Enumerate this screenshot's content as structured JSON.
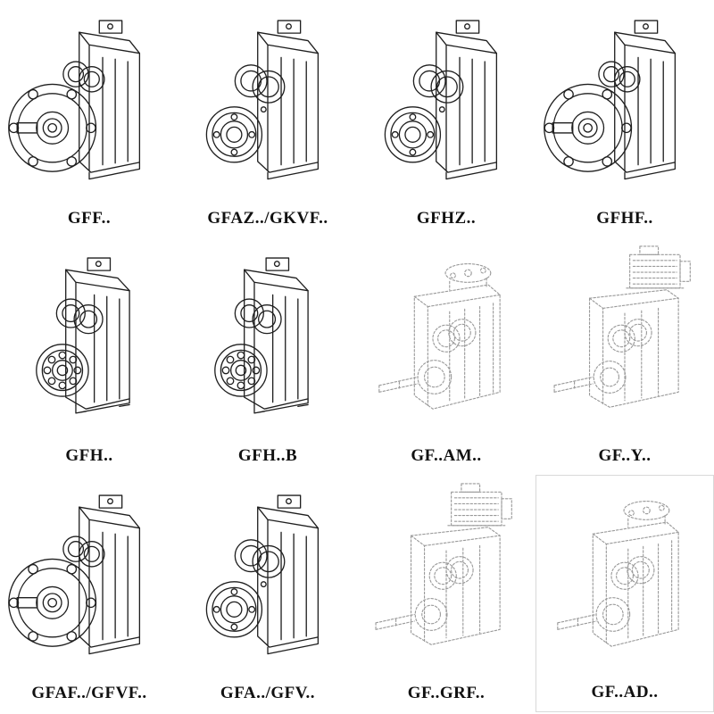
{
  "page": {
    "background_color": "#ffffff",
    "line_color": "#1f1f1f",
    "dashed_line_color": "#9a9a9a",
    "description": "Catalog grid of parallel-shaft helical gearbox variants, 4 columns by 3 rows of technical line drawings with model labels"
  },
  "products": [
    {
      "label": "GFF..",
      "drawing": "gearbox-flange-front-drawing",
      "style": "solid"
    },
    {
      "label": "GFAZ../GKVF..",
      "drawing": "gearbox-hollow-bore-drawing",
      "style": "solid"
    },
    {
      "label": "GFHZ..",
      "drawing": "gearbox-hollow-bore-drawing",
      "style": "solid"
    },
    {
      "label": "GFHF..",
      "drawing": "gearbox-flange-front-drawing",
      "style": "solid"
    },
    {
      "label": "GFH..",
      "drawing": "gearbox-foot-bearing-drawing",
      "style": "solid"
    },
    {
      "label": "GFH..B",
      "drawing": "gearbox-foot-bearing-drawing",
      "style": "solid"
    },
    {
      "label": "GF..AM..",
      "drawing": "gearbox-shaft-flange-drawing",
      "style": "dashed"
    },
    {
      "label": "GF..Y..",
      "drawing": "gearbox-with-motor-drawing",
      "style": "dashed"
    },
    {
      "label": "GFAF../GFVF..",
      "drawing": "gearbox-flange-front-drawing",
      "style": "solid"
    },
    {
      "label": "GFA../GFV..",
      "drawing": "gearbox-hollow-bore-drawing",
      "style": "solid"
    },
    {
      "label": "GF..GRF..",
      "drawing": "gearbox-with-motor-drawing",
      "style": "dashed"
    },
    {
      "label": "GF..AD..",
      "drawing": "gearbox-shaft-flange-drawing",
      "style": "dashed"
    }
  ]
}
